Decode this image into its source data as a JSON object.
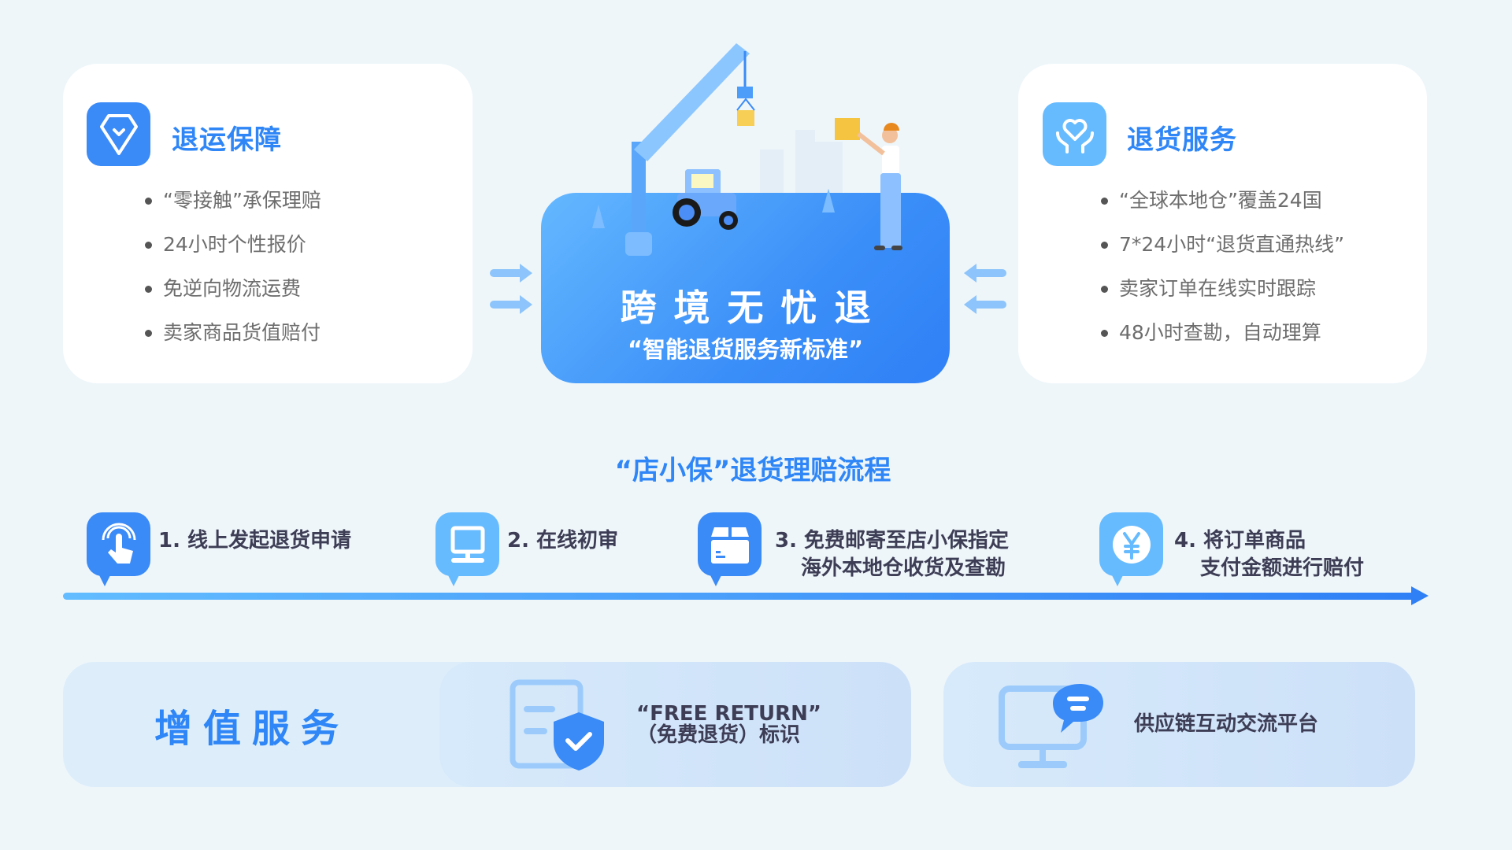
{
  "left_card": {
    "icon": "diamond-check-icon",
    "title": "退运保障",
    "items": [
      "“零接触”承保理赔",
      " 24小时个性报价",
      "免逆向物流运费",
      "卖家商品货值赔付"
    ]
  },
  "center_card": {
    "title": "跨境无忧退",
    "subtitle": "“智能退货服务新标准”"
  },
  "right_card": {
    "icon": "heart-hands-icon",
    "title": "退货服务",
    "items": [
      "“全球本地仓”覆盖24国",
      " 7*24小时“退货直通热线”",
      "卖家订单在线实时跟踪",
      "48小时查勘，自动理算"
    ]
  },
  "process": {
    "title": "“店小保”退货理赔流程",
    "steps": [
      {
        "icon": "touch-tap-icon",
        "line1": "1. 线上发起退货申请",
        "line2": ""
      },
      {
        "icon": "monitor-icon",
        "line1": "2. 在线初审",
        "line2": ""
      },
      {
        "icon": "package-box-icon",
        "line1": "3. 免费邮寄至店小保指定",
        "line2": "海外本地仓收货及查勘"
      },
      {
        "icon": "yuan-coin-icon",
        "line1": "4. 将订单商品",
        "line2": "支付金额进行赔付"
      }
    ]
  },
  "value_added": {
    "title": "增值服务",
    "items": [
      {
        "icon": "document-shield-icon",
        "line1": "“FREE RETURN”",
        "line2": "（免费退货）标识"
      },
      {
        "icon": "monitor-chat-icon",
        "line1": "供应链互动交流平台"
      }
    ]
  },
  "colors": {
    "primary": "#2f86f6",
    "light": "#64b8ff",
    "bg": "#eef6fa"
  }
}
